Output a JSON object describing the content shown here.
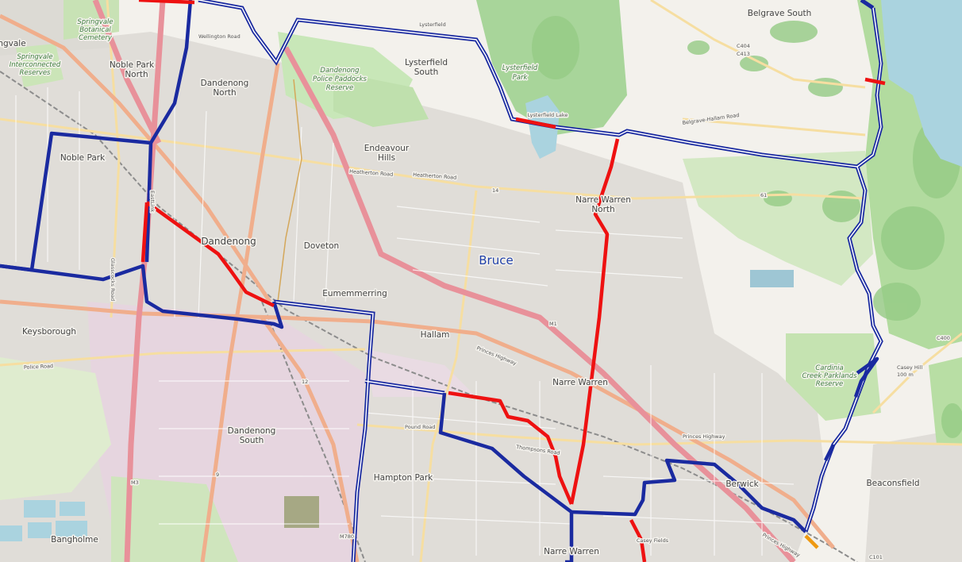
{
  "electorate": {
    "name": "Bruce"
  },
  "suburbs": {
    "noble_park_north": [
      "Noble Park",
      "North"
    ],
    "dandenong_north": [
      "Dandenong",
      "North"
    ],
    "lysterfield_south": [
      "Lysterfield",
      "South"
    ],
    "lysterfield": "Lysterfield",
    "belgrave_south": "Belgrave South",
    "endeavour_hills": [
      "Endeavour",
      "Hills"
    ],
    "noble_park": "Noble Park",
    "narre_warren_north": [
      "Narre Warren",
      "North"
    ],
    "dandenong": "Dandenong",
    "doveton": "Doveton",
    "eumemmerring": "Eumemmerring",
    "keysborough": "Keysborough",
    "hallam": "Hallam",
    "narre_warren": "Narre Warren",
    "dandenong_south": [
      "Dandenong",
      "South"
    ],
    "hampton_park": "Hampton Park",
    "berwick": "Berwick",
    "beaconsfield": "Beaconsfield",
    "bangholme": "Bangholme",
    "narre_warren_south": "Narre Warren",
    "springvale": "ngvale",
    "casey_fields": "Casey Fields"
  },
  "parks": {
    "dandenong_police_paddocks": [
      "Dandenong",
      "Police Paddocks",
      "Reserve"
    ],
    "lysterfield_park": [
      "Lysterfield",
      "Park"
    ],
    "springvale_reserves": [
      "Springvale",
      "Interconnected",
      "Reserves"
    ],
    "springvale_botanical": [
      "Springvale",
      "Botanical",
      "Cemetery"
    ],
    "cardinia_creek": [
      "Cardinia",
      "Creek Parklands",
      "Reserve"
    ],
    "lysterfield_lake": "Lysterfield Lake"
  },
  "roads": {
    "princes_hwy_label": "Princes Highway",
    "heatherton_road": "Heatherton Road",
    "police_road": "Police Road",
    "thompsons_road": "Thompsons Road",
    "pound_road": "Pound Road",
    "glasscocks_road": "Glasscocks Road",
    "belgrave_hallam": "Belgrave-Hallam Road",
    "wellington_road": "Wellington Road",
    "east_link": "EastLink",
    "road_14": "14",
    "road_12": "12",
    "road_9": "9",
    "road_61": "61",
    "road_m1": "M1",
    "road_m3": "M3",
    "road_m780": "M780",
    "road_c404": "C404",
    "road_c413": "C413",
    "road_c400": "C400",
    "road_c101": "C101",
    "casey_hill": [
      "Casey Hill",
      "100 m"
    ]
  },
  "colors": {
    "boundary_blue": "#1a2aa0",
    "boundary_red": "#ee1111",
    "land": "#f3f1ec",
    "residential": "#e0ddd8",
    "industrial": "#e9d6e0",
    "park": "#c9e6b6",
    "forest": "#aad69c",
    "water": "#aad3df",
    "motorway": "#e8919a",
    "trunk": "#f0ae8c",
    "secondary": "#f6dea1",
    "rail": "#8c8c8c"
  }
}
